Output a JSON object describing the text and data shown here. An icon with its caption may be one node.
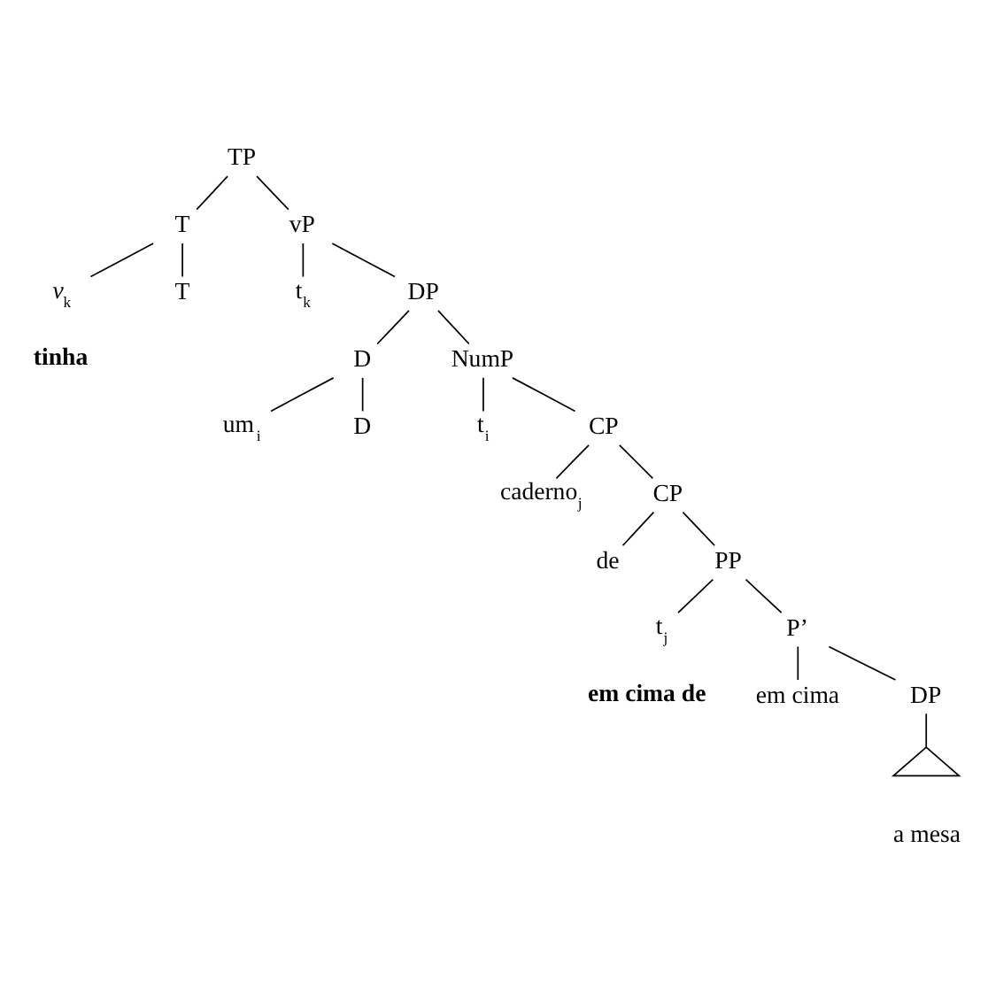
{
  "diagram": {
    "nodes": [
      {
        "text": [
          "TP"
        ]
      },
      {
        "text": [
          "T"
        ]
      },
      {
        "text": [
          "vP"
        ]
      },
      {
        "text": [
          "*v*$_{k}$"
        ]
      },
      {
        "text": [
          "T"
        ]
      },
      {
        "text": [
          "t$_{k}$"
        ]
      },
      {
        "text": [
          "DP"
        ]
      },
      {
        "text": [
          "D"
        ]
      },
      {
        "text": [
          "NumP"
        ]
      },
      {
        "text": [
          "um$_{i}$"
        ]
      },
      {
        "text": [
          "D"
        ]
      },
      {
        "text": [
          "t$_{i}$"
        ]
      },
      {
        "text": [
          "CP"
        ]
      },
      {
        "text": [
          "caderno$_{j}$"
        ]
      },
      {
        "text": [
          "CP"
        ]
      },
      {
        "text": [
          "de"
        ]
      },
      {
        "text": [
          "PP"
        ]
      },
      {
        "text": [
          "t$_{j}$"
        ]
      },
      {
        "text": [
          "P’"
        ]
      },
      {
        "text": [
          "em cima"
        ]
      },
      {
        "text": [
          "DP"
        ]
      },
      {
        "text": [],
        "shape": "triangle",
        "beside": [
          "a mesa"
        ]
      }
    ],
    "edges": [
      {
        "from": 0,
        "to": 1,
        "arrow": "none"
      },
      {
        "from": 0,
        "to": 2,
        "arrow": "none"
      },
      {
        "from": 1,
        "to": 3,
        "arrow": "none"
      },
      {
        "from": 1,
        "to": 4,
        "arrow": "none"
      },
      {
        "from": 2,
        "to": 5,
        "arrow": "none"
      },
      {
        "from": 2,
        "to": 6,
        "arrow": "none"
      },
      {
        "from": 6,
        "to": 7,
        "arrow": "none"
      },
      {
        "from": 6,
        "to": 8,
        "arrow": "none"
      },
      {
        "from": 7,
        "to": 9,
        "arrow": "none"
      },
      {
        "from": 7,
        "to": 10,
        "arrow": "none"
      },
      {
        "from": 8,
        "to": 11,
        "arrow": "none"
      },
      {
        "from": 8,
        "to": 12,
        "arrow": "none"
      },
      {
        "from": 12,
        "to": 13,
        "arrow": "none"
      },
      {
        "from": 12,
        "to": 14,
        "arrow": "none"
      },
      {
        "from": 14,
        "to": 15,
        "arrow": "none"
      },
      {
        "from": 14,
        "to": 16,
        "arrow": "none"
      },
      {
        "from": 16,
        "to": 17,
        "arrow": "none"
      },
      {
        "from": 16,
        "to": 18,
        "arrow": "none"
      },
      {
        "from": 18,
        "to": 19,
        "arrow": "none"
      },
      {
        "from": 18,
        "to": 20,
        "arrow": "none"
      },
      {
        "from": 20,
        "to": 21,
        "arrow": "none"
      }
    ],
    "labels": [
      "tinha",
      "em cima de"
    ]
  }
}
